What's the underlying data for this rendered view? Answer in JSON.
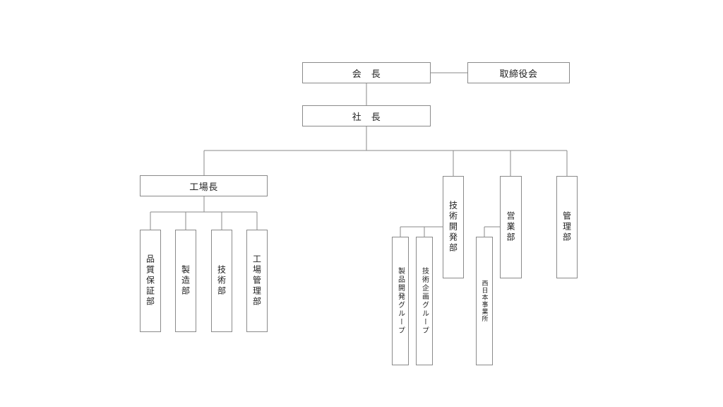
{
  "org": {
    "chairman": "会　長",
    "board": "取締役会",
    "president": "社　長",
    "factory_head": "工場長",
    "factory_depts": [
      "品質保証部",
      "製造部",
      "技術部",
      "工場管理部"
    ],
    "rd_dept": "技術開発部",
    "rd_groups": [
      "製品開発グループ",
      "技術企画グループ"
    ],
    "sales_dept": "営業部",
    "west_office": "西日本事業所",
    "admin_dept": "管理部"
  }
}
